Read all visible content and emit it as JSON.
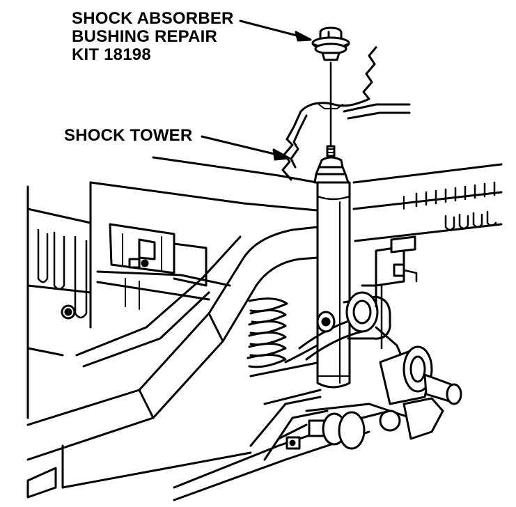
{
  "callouts": {
    "bushing_kit": {
      "lines": [
        "SHOCK ABSORBER",
        "BUSHING REPAIR",
        "KIT 18198"
      ]
    },
    "shock_tower": {
      "lines": [
        "SHOCK TOWER"
      ]
    }
  },
  "colors": {
    "ink": "#000000",
    "paper": "#ffffff"
  }
}
